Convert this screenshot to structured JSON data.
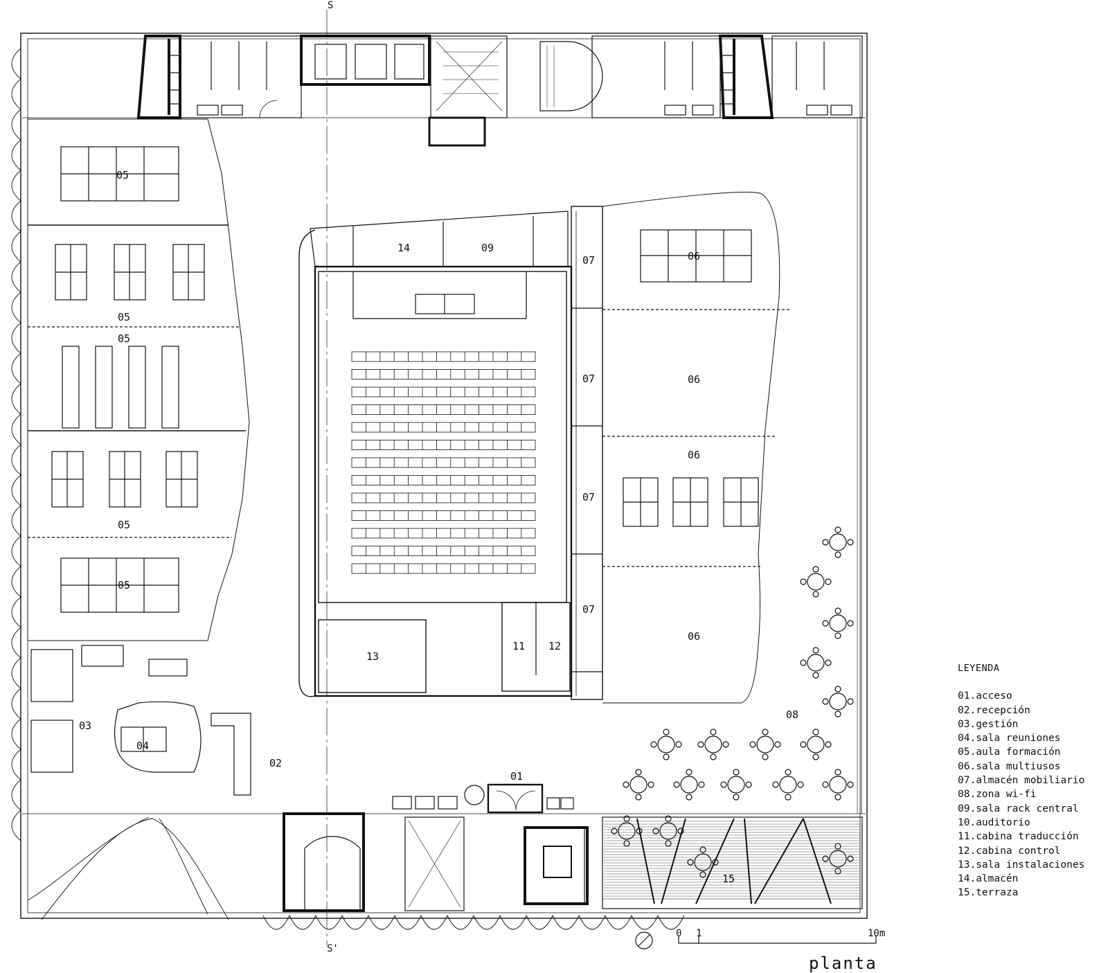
{
  "plan_title": "planta",
  "section_marks": {
    "top": "S",
    "bottom": "S'"
  },
  "scale": {
    "zero": "0",
    "one": "1",
    "ten": "10m"
  },
  "rooms": {
    "r05a": "05",
    "r05b": "05",
    "r05c": "05",
    "r05d": "05",
    "r05e": "05",
    "r06a": "06",
    "r06b": "06",
    "r06c": "06",
    "r06d": "06",
    "r07a": "07",
    "r07b": "07",
    "r07c": "07",
    "r07d": "07",
    "r14": "14",
    "r09": "09",
    "r13": "13",
    "r11": "11",
    "r12": "12",
    "r03": "03",
    "r04": "04",
    "r02": "02",
    "r01": "01",
    "r08": "08",
    "r15": "15"
  },
  "legend": {
    "title": "LEYENDA",
    "items": [
      "01.acceso",
      "02.recepción",
      "03.gestión",
      "04.sala reuniones",
      "05.aula formación",
      "06.sala multiusos",
      "07.almacén mobiliario",
      "08.zona wi-fi",
      "09.sala rack central",
      "10.auditorio",
      "11.cabina traducción",
      "12.cabina control",
      "13.sala instalaciones",
      "14.almacén",
      "15.terraza"
    ]
  }
}
